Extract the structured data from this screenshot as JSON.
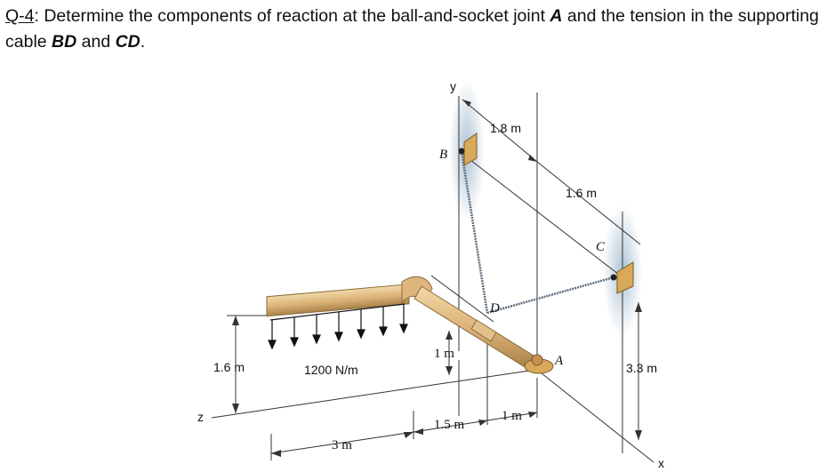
{
  "question": {
    "number": "Q-4",
    "text_before_A": ": Determine the components of reaction at the ball-and-socket joint ",
    "point_A": "A",
    "text_before_BD": " and the tension in the supporting cable ",
    "cable_BD": "BD",
    "text_and": " and ",
    "cable_CD": "CD",
    "text_end": "."
  },
  "figure": {
    "axes": {
      "x": "x",
      "y": "y",
      "z": "z"
    },
    "points": {
      "A": "A",
      "B": "B",
      "C": "C",
      "D": "D"
    },
    "dimensions": {
      "top_horizontal": "1.8 m",
      "wall_slant": "1.6 m",
      "left_height": "1.6 m",
      "right_height": "3.3 m",
      "vertical_small": "1 m",
      "bottom_left": "3 m",
      "bottom_mid": "1.5 m",
      "bottom_right": "1 m"
    },
    "load": "1200 N/m"
  }
}
